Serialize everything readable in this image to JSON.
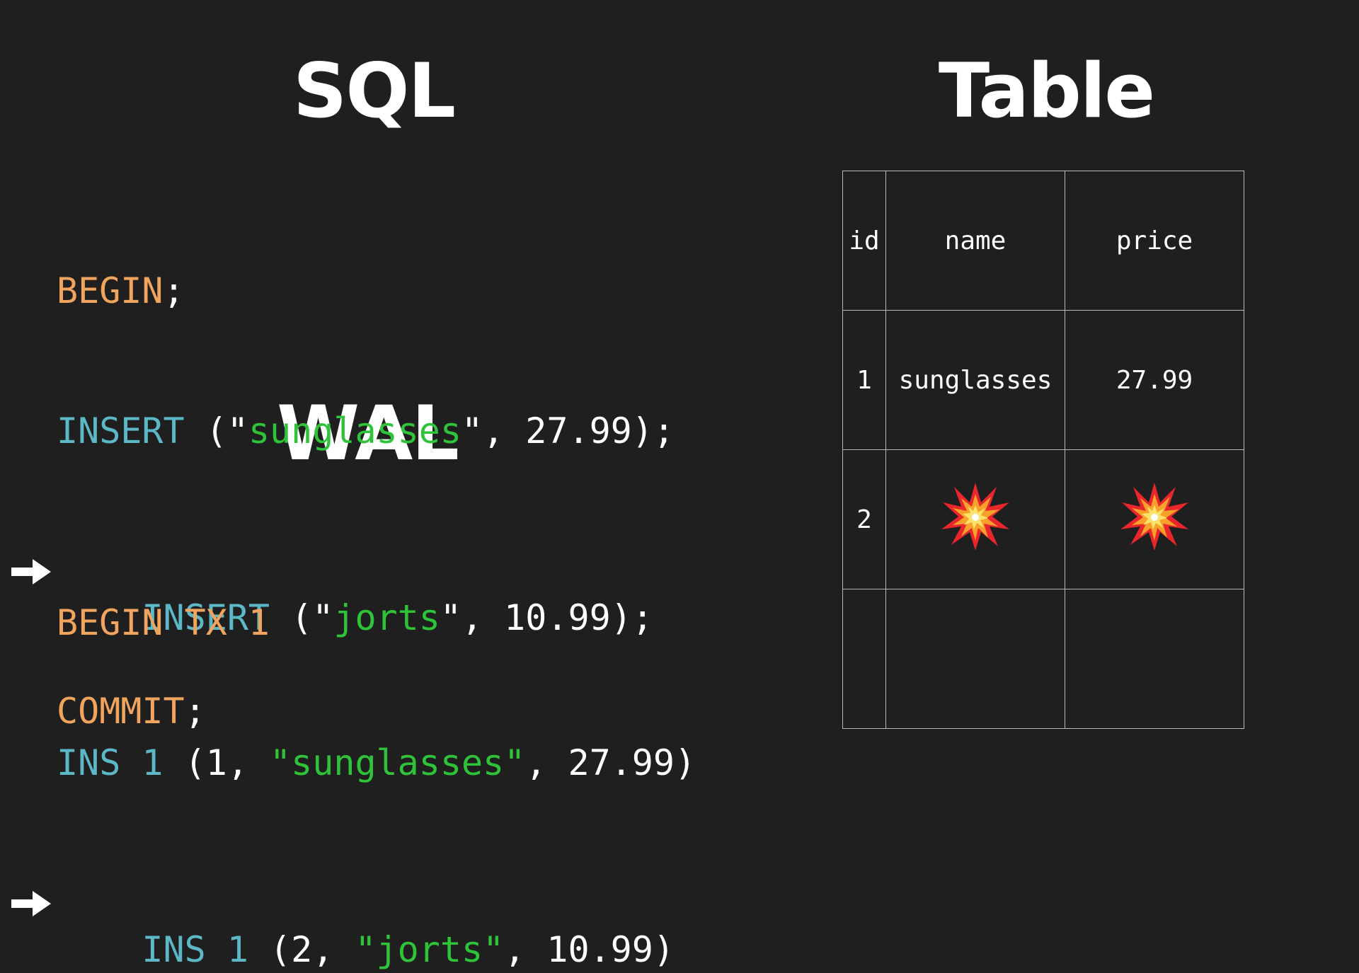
{
  "headings": {
    "sql": "SQL",
    "wal": "WAL",
    "table": "Table"
  },
  "sql": {
    "begin": "BEGIN",
    "semi": ";",
    "insert": "INSERT",
    "open_paren_quote": " (\"",
    "item1_name": "sunglasses",
    "item1_rest": "\", 27.99);",
    "item2_name": "jorts",
    "item2_rest": "\", 10.99);",
    "commit": "COMMIT",
    "current_line": 3
  },
  "wal": {
    "begin_tx": "BEGIN TX 1",
    "ins": "INS 1",
    "row1_prefix": " (1, ",
    "row1_str": "\"sunglasses\"",
    "row1_suffix": ", 27.99)",
    "row2_prefix": " (2, ",
    "row2_str": "\"jorts\"",
    "row2_suffix": ", 10.99)",
    "current_line": 3
  },
  "table": {
    "headers": [
      "id",
      "name",
      "price"
    ],
    "rows": [
      [
        "1",
        "sunglasses",
        "27.99"
      ],
      [
        "2",
        "explosion-icon",
        "explosion-icon"
      ],
      [
        "",
        "",
        ""
      ]
    ]
  },
  "colors": {
    "background": "#1f1f1f",
    "keyword_orange": "#f0a45e",
    "keyword_cyan": "#5cb8c6",
    "string_green": "#2fc33a"
  }
}
